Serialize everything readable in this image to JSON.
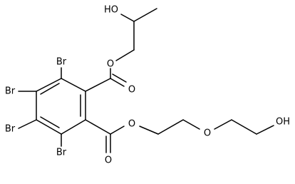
{
  "structure": {
    "atoms": [
      {
        "id": "br1",
        "label": "Br"
      },
      {
        "id": "br2",
        "label": "Br"
      },
      {
        "id": "br3",
        "label": "Br"
      },
      {
        "id": "br4",
        "label": "Br"
      },
      {
        "id": "o_ester_top",
        "label": "O"
      },
      {
        "id": "o_carbonyl_top",
        "label": "O"
      },
      {
        "id": "o_ester_bottom",
        "label": "O"
      },
      {
        "id": "o_carbonyl_bottom",
        "label": "O"
      },
      {
        "id": "o_ether",
        "label": "O"
      },
      {
        "id": "oh_top",
        "label": "HO"
      },
      {
        "id": "oh_right",
        "label": "OH"
      }
    ]
  }
}
